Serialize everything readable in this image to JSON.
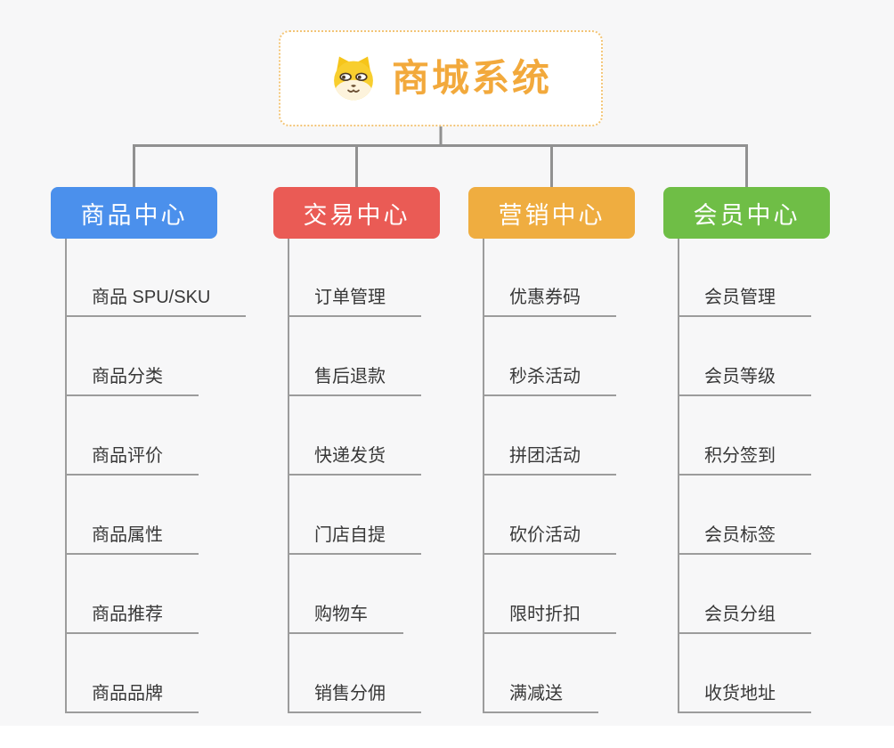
{
  "root": {
    "title": "商城系统",
    "icon": "shiba-dog-icon",
    "accent_color": "#f2a93c"
  },
  "branches": [
    {
      "label": "商品中心",
      "color": "#4b90ec",
      "items": [
        "商品 SPU/SKU",
        "商品分类",
        "商品评价",
        "商品属性",
        "商品推荐",
        "商品品牌"
      ]
    },
    {
      "label": "交易中心",
      "color": "#ea5b55",
      "items": [
        "订单管理",
        "售后退款",
        "快递发货",
        "门店自提",
        "购物车",
        "销售分佣"
      ]
    },
    {
      "label": "营销中心",
      "color": "#efad40",
      "items": [
        "优惠券码",
        "秒杀活动",
        "拼团活动",
        "砍价活动",
        "限时折扣",
        "满减送"
      ]
    },
    {
      "label": "会员中心",
      "color": "#6fbe46",
      "items": [
        "会员管理",
        "会员等级",
        "积分签到",
        "会员标签",
        "会员分组",
        "收货地址"
      ]
    }
  ]
}
